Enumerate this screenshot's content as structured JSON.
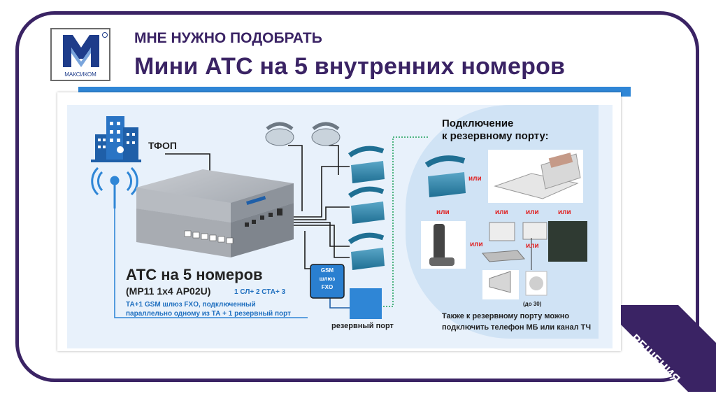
{
  "brand": {
    "logo_caption": "МАКСИКОМ"
  },
  "header": {
    "subtitle": "МНЕ НУЖНО ПОДОБРАТЬ",
    "title": "Мини АТС на 5 внутренних номеров"
  },
  "diagram": {
    "tfop_label": "ТФОП",
    "pbx_title": "АТС на 5 номеров",
    "pbx_model": "(МР11 1х4 АР02U)",
    "pbx_spec_short": "1 СЛ+ 2 СТА+ 3",
    "pbx_spec_line1": "ТА+1 GSM шлюз FXO, подключенный",
    "pbx_spec_line2": "параллельно одному из ТА + 1 резервный порт",
    "gsm_line1": "GSM",
    "gsm_line2": "шлюз",
    "gsm_line3": "FXO",
    "reserve_port_label": "резервный порт",
    "reserve_title_line1": "Подключение",
    "reserve_title_line2": "к резервному порту:",
    "or_label": "или",
    "up_to_30": "(до 30)",
    "footer_line1": "Также к резервному порту можно",
    "footer_line2": "подключить телефон МБ или канал ТЧ"
  },
  "corner_button": {
    "label": "РЕШЕНИЯ"
  },
  "colors": {
    "frame": "#3a2364",
    "accent": "#2f86d6",
    "or_red": "#e02020",
    "spec_blue": "#1f6fbf"
  }
}
